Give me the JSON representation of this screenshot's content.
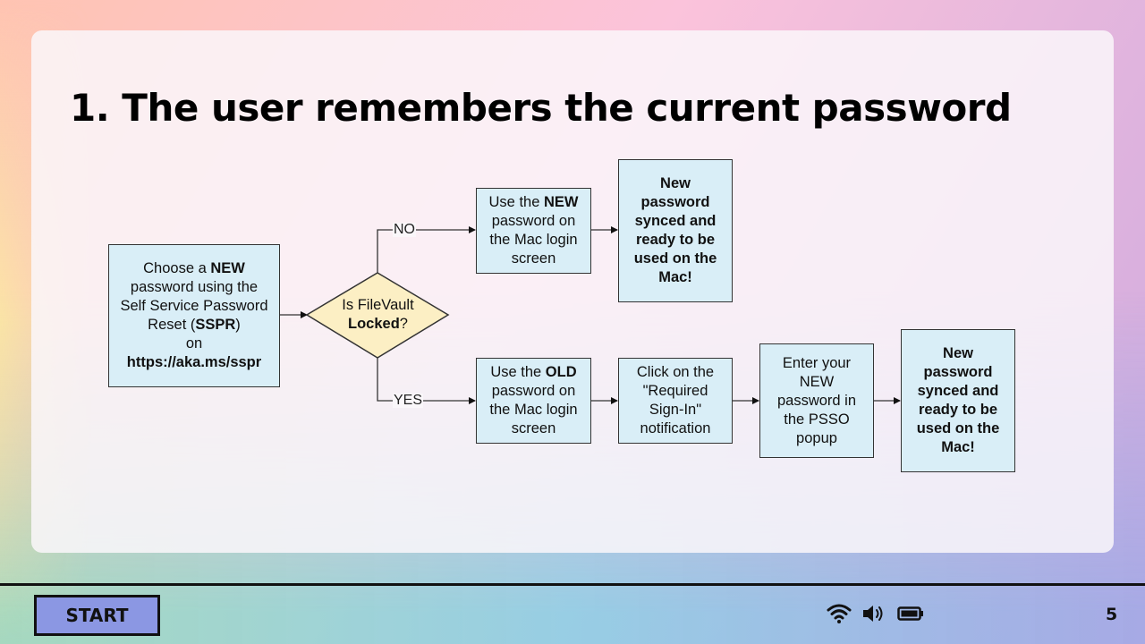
{
  "slide": {
    "title": "1. The user remembers the current password",
    "start_box": {
      "line1_pre": "Choose a ",
      "line1_bold": "NEW",
      "line2": "password using the",
      "line3": "Self Service Password",
      "line4_pre": "Reset (",
      "line4_bold": "SSPR",
      "line4_post": ")",
      "line5": "on",
      "line6_bold": "https://aka.ms/sspr"
    },
    "decision": {
      "line1": "Is FileVault",
      "line2_bold": "Locked",
      "line2_post": "?"
    },
    "no_label": "NO",
    "yes_label": "YES",
    "no_branch": {
      "step1": {
        "line1_pre": "Use the ",
        "line1_bold": "NEW",
        "line2": "password on",
        "line3": "the Mac login",
        "line4": "screen"
      },
      "result": {
        "line1": "New",
        "line2": "password",
        "line3": "synced and",
        "line4": "ready to be",
        "line5": "used on the",
        "line6": "Mac!"
      }
    },
    "yes_branch": {
      "step1": {
        "line1_pre": "Use the ",
        "line1_bold": "OLD",
        "line2": "password on",
        "line3": "the Mac login",
        "line4": "screen"
      },
      "step2": {
        "line1": "Click on the",
        "line2": "\"Required",
        "line3": "Sign-In\"",
        "line4": "notification"
      },
      "step3": {
        "line1": "Enter your",
        "line2": "NEW",
        "line3": "password in",
        "line4": "the PSSO",
        "line5": "popup"
      },
      "result": {
        "line1": "New",
        "line2": "password",
        "line3": "synced and",
        "line4": "ready to be",
        "line5": "used on the",
        "line6": "Mac!"
      }
    },
    "colors": {
      "box_fill": "#d9eef7",
      "decision_fill": "#fcefc4",
      "start_button": "#8b97e3"
    }
  },
  "taskbar": {
    "start_label": "START",
    "icons": [
      "wifi-icon",
      "speaker-icon",
      "battery-icon"
    ],
    "page_number": "5"
  }
}
